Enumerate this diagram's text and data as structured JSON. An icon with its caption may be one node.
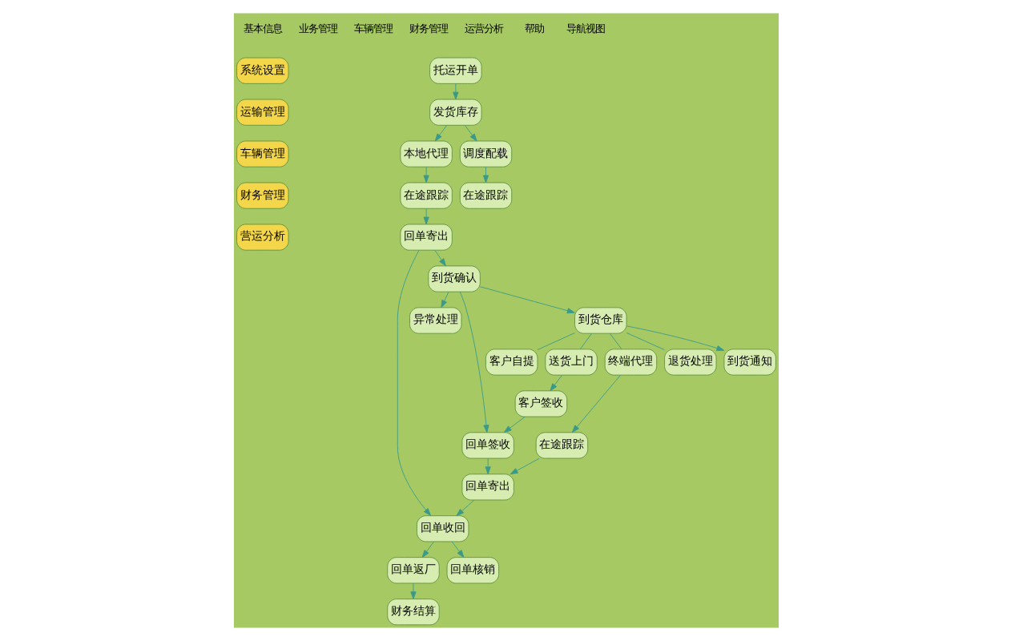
{
  "diagram": {
    "nodes": [
      {
        "text": [
          "系统设置"
        ]
      },
      {
        "text": [
          "运输管理"
        ]
      },
      {
        "text": [
          "车辆管理"
        ]
      },
      {
        "text": [
          "财务管理"
        ]
      },
      {
        "text": [
          "营运分析"
        ]
      },
      {
        "text": [
          "托运开单"
        ]
      },
      {
        "text": [
          "发货库存"
        ]
      },
      {
        "text": [
          "本地代理"
        ]
      },
      {
        "text": [
          "调度配载"
        ]
      },
      {
        "text": [
          "在途跟踪"
        ]
      },
      {
        "text": [
          "在途跟踪"
        ]
      },
      {
        "text": [
          "回单寄出"
        ]
      },
      {
        "text": [
          "财务结算"
        ]
      },
      {
        "text": [
          "回单返厂"
        ]
      },
      {
        "text": [
          "回单收回"
        ]
      },
      {
        "text": [
          "回单核销"
        ]
      },
      {
        "text": [
          "客户自提"
        ]
      },
      {
        "text": [
          "到货确认"
        ]
      },
      {
        "text": [
          "异常处理"
        ]
      },
      {
        "text": [
          "回单签收"
        ]
      },
      {
        "text": [
          "客户签收"
        ]
      },
      {
        "text": [
          "送货上门"
        ]
      },
      {
        "text": [
          "到货仓库"
        ]
      },
      {
        "text": [
          "回单寄出"
        ]
      },
      {
        "text": [
          "在途跟踪"
        ]
      },
      {
        "text": [
          "终端代理"
        ]
      },
      {
        "text": [
          "退货处理"
        ]
      },
      {
        "text": [
          "到货通知"
        ]
      }
    ],
    "edges": [
      {
        "from": 5,
        "to": 6,
        "arrow": "to"
      },
      {
        "from": 6,
        "to": 7,
        "arrow": "to"
      },
      {
        "from": 6,
        "to": 8,
        "arrow": "to"
      },
      {
        "from": 8,
        "to": 9,
        "arrow": "to"
      },
      {
        "from": 7,
        "to": 10,
        "arrow": "to"
      },
      {
        "from": 10,
        "to": 11,
        "arrow": "to"
      },
      {
        "from": 11,
        "to": 17,
        "arrow": "to"
      },
      {
        "from": 11,
        "to": 14,
        "arrow": "to"
      },
      {
        "from": 14,
        "to": 13,
        "arrow": "to"
      },
      {
        "from": 13,
        "to": 12,
        "arrow": "to"
      },
      {
        "from": 14,
        "to": 15,
        "arrow": "to"
      },
      {
        "from": 17,
        "to": 18,
        "arrow": "to"
      },
      {
        "from": 17,
        "to": 22,
        "arrow": "to"
      },
      {
        "from": 22,
        "to": 27,
        "arrow": "to"
      },
      {
        "from": 22,
        "to": 16,
        "arrow": "none"
      },
      {
        "from": 22,
        "to": 21,
        "arrow": "none"
      },
      {
        "from": 22,
        "to": 25,
        "arrow": "none"
      },
      {
        "from": 22,
        "to": 26,
        "arrow": "none"
      },
      {
        "from": 17,
        "to": 19,
        "arrow": "to"
      },
      {
        "from": 21,
        "to": 20,
        "arrow": "to"
      },
      {
        "from": 20,
        "to": 19,
        "arrow": "to"
      },
      {
        "from": 19,
        "to": 23,
        "arrow": "to"
      },
      {
        "from": 25,
        "to": 24,
        "arrow": "to"
      },
      {
        "from": 24,
        "to": 23,
        "arrow": "to"
      },
      {
        "from": 23,
        "to": 14,
        "arrow": "to"
      }
    ],
    "labels": [
      "基本信息",
      "业务管理",
      "车辆管理",
      "财务管理",
      "运营分析",
      "帮助",
      "导航视图"
    ]
  }
}
